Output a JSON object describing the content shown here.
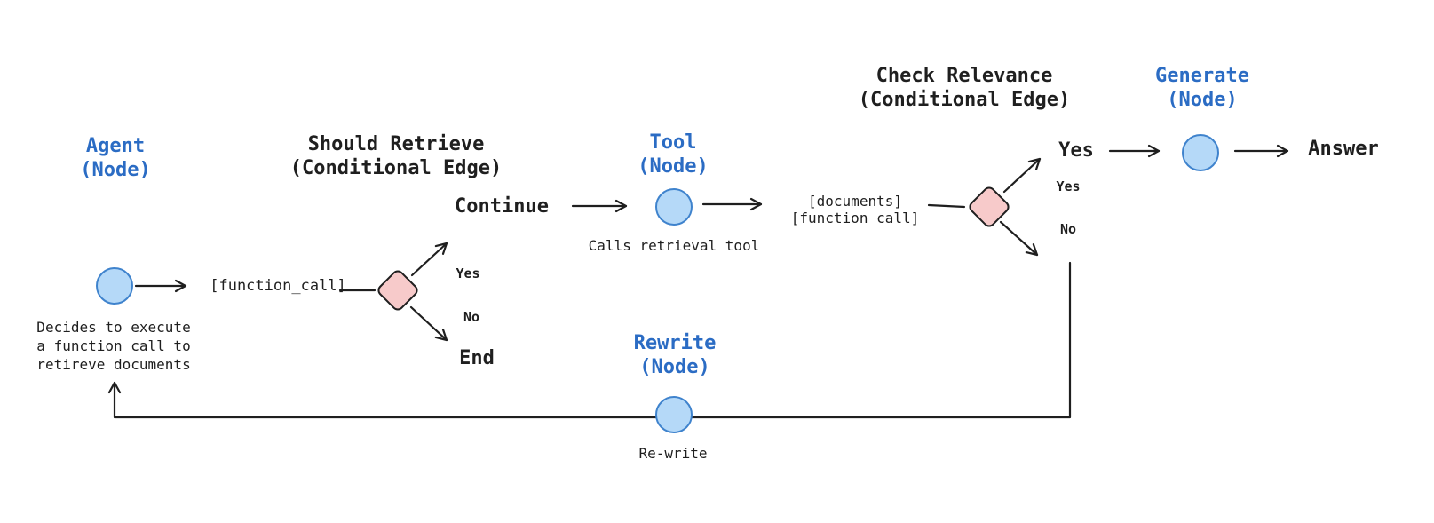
{
  "colors": {
    "canvas_bg": "#ffffff",
    "text": "#1f1f1f",
    "node_title": "#2b6cc4",
    "node_fill": "#b5d9f8",
    "node_stroke": "#3f83cd",
    "diamond_fill": "#f7caca",
    "diamond_stroke": "#1f1f1f",
    "line": "#1f1f1f"
  },
  "nodes": {
    "agent": {
      "title": "Agent\n(Node)",
      "caption": "Decides to execute\na function call to\nretireve documents"
    },
    "tool": {
      "title": "Tool\n(Node)",
      "caption": "Calls retrieval tool"
    },
    "generate": {
      "title": "Generate\n(Node)"
    },
    "rewrite": {
      "title": "Rewrite\n(Node)",
      "caption": "Re-write"
    }
  },
  "conditional_edges": {
    "should_retrieve": {
      "title": "Should Retrieve\n(Conditional Edge)",
      "yes_label": "Yes",
      "no_label": "No",
      "yes_target": "Continue",
      "no_target": "End"
    },
    "check_relevance": {
      "title": "Check Relevance\n(Conditional Edge)",
      "yes_label": "Yes",
      "no_label": "No",
      "yes_target": "Yes"
    }
  },
  "edge_labels": {
    "function_call": "[function_call]",
    "documents_function_call": "[documents]\n[function_call]"
  },
  "terminals": {
    "answer": "Answer"
  }
}
